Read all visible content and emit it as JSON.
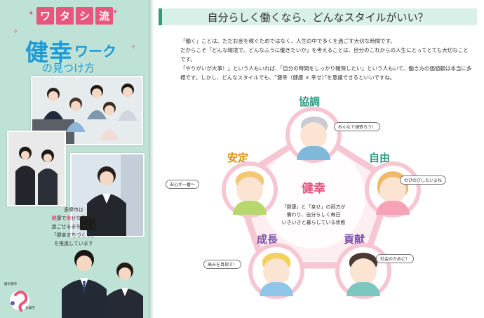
{
  "cover": {
    "chips": [
      "ワ",
      "タ",
      "シ",
      "流"
    ],
    "title_main": "健幸",
    "title_work": "ワーク",
    "title_sub": "の見つけ方",
    "note_line1": "多摩市は",
    "note_line2a": "健",
    "note_line2b": "康で",
    "note_line2c": "幸",
    "note_line2d": "せな日々を",
    "note_line3": "過ごせるまちづくり",
    "note_line4": "「健幸まちづくり」",
    "note_line5": "を推進しています",
    "logo_top": "健幸都市",
    "logo_bottom": "多摩市"
  },
  "page": {
    "headline": "自分らしく働くなら、どんなスタイルがいい？",
    "paragraphs": [
      "「働く」ことは、ただお金を稼ぐためではなく、人生の中で多くを過ごす大切な時間です。",
      "だからこそ「どんな環境で、どんなふうに働きたいか」を考えることは、自分のこれからの人生にとってとても大切なことです。",
      "「やりがいが大事！」という人もいれば、「自分の時間をしっかり確保したい」という人もいて、働き方の価値観は本当に多様です。しかし、どんなスタイルでも、“健幸（健康 × 幸せ）”を意識できるといいですね。"
    ]
  },
  "diagram": {
    "center_title": "健幸",
    "center_desc": [
      "「健康」と「幸せ」の両方が",
      "備わり、自分らしく毎日",
      "いきいきと暮らしている状態"
    ],
    "nodes": [
      {
        "label": "協調",
        "bubble": "みんなで頑張ろう！",
        "color": "#2f9c80"
      },
      {
        "label": "自由",
        "bubble": "のびのびしたいよね",
        "color": "#2f9c80"
      },
      {
        "label": "貢献",
        "bubble": "社会のために！",
        "color": "#7b52a8"
      },
      {
        "label": "成長",
        "bubble": "高みを目指す！",
        "color": "#7b52a8"
      },
      {
        "label": "安定",
        "bubble": "安心が一番〜",
        "color": "#e08a00"
      }
    ]
  },
  "colors": {
    "accent_pink": "#e9557c",
    "title_blue": "#1a9ad6",
    "panel_green": "#bfe2d6",
    "header_green": "#d9f0e8",
    "ring_pink": "#f6c6d3"
  }
}
